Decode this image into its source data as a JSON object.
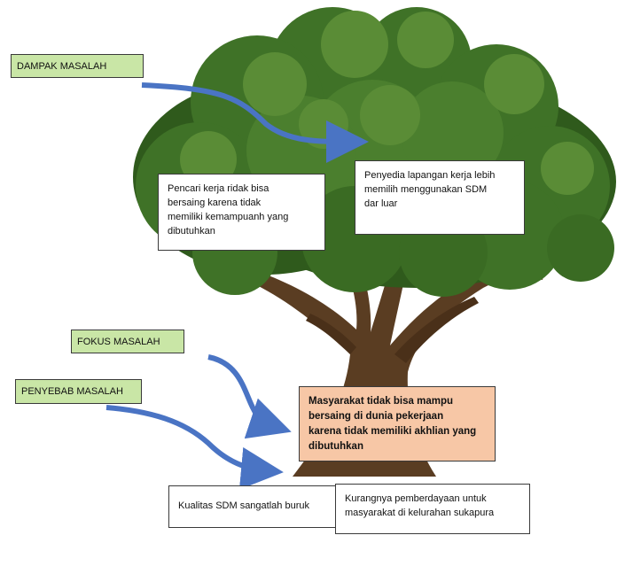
{
  "labels": {
    "dampak": "DAMPAK MASALAH",
    "fokus": "FOKUS MASALAH",
    "penyebab": "PENYEBAB MASALAH"
  },
  "boxes": {
    "effect_left": "Pencari kerja ridak bisa\nbersaing karena tidak\nmemiliki kemampuanh  yang\ndibutuhkan",
    "effect_right": "Penyedia lapangan kerja lebih\nmemilih menggunakan SDM\ndar luar",
    "focus": "Masyarakat tidak bisa mampu\nbersaing di dunia pekerjaan\nkarena tidak memiliki akhlian yang\ndibutuhkan",
    "cause_left": "Kualitas SDM sangatlah buruk",
    "cause_right": "Kurangnya pemberdayaan untuk\nmasyarakat di kelurahan sukapura"
  },
  "colors": {
    "label_fill": "#c9e6a6",
    "focus_fill": "#f7c7a6",
    "arrow": "#4a74c4",
    "foliage_dark": "#2f5a1c",
    "foliage_mid": "#3f7227",
    "foliage_light": "#5a8c36",
    "trunk": "#5a3d22"
  }
}
